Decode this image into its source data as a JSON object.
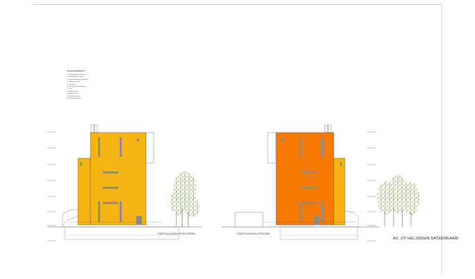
{
  "notes": {
    "title": "JULKISIVUMATERIAALIT",
    "lines": [
      "1. Vuorilaudoitus, keltainen",
      "2. Vuorilaudoitus, oranssi",
      "3. Kuitusementtilevy, valkoinen",
      "4. Peltikate, harmaa",
      "5. Lasikaide",
      "6. Ikkunat, harmaat puitteet",
      "7. Ovet",
      "8. Sokkeli, betoni",
      "9. Aurinkosuojat",
      "10. Tuuletusputket",
      "11. Katoksen rakenne"
    ]
  },
  "captions": {
    "north": "PÄÄTYJULKISIVU POHJOISEEN",
    "south": "PÄÄTYJULKISIVU ETELÄÄN"
  },
  "project_title": "AS. OY HELSINGIN SATEENKAARI",
  "colors": {
    "yellow_facade": "#f5b413",
    "orange_facade": "#f77a05",
    "window_grey": "#8c8c8c",
    "line": "#555555",
    "tree_green": "#a9bb84"
  }
}
